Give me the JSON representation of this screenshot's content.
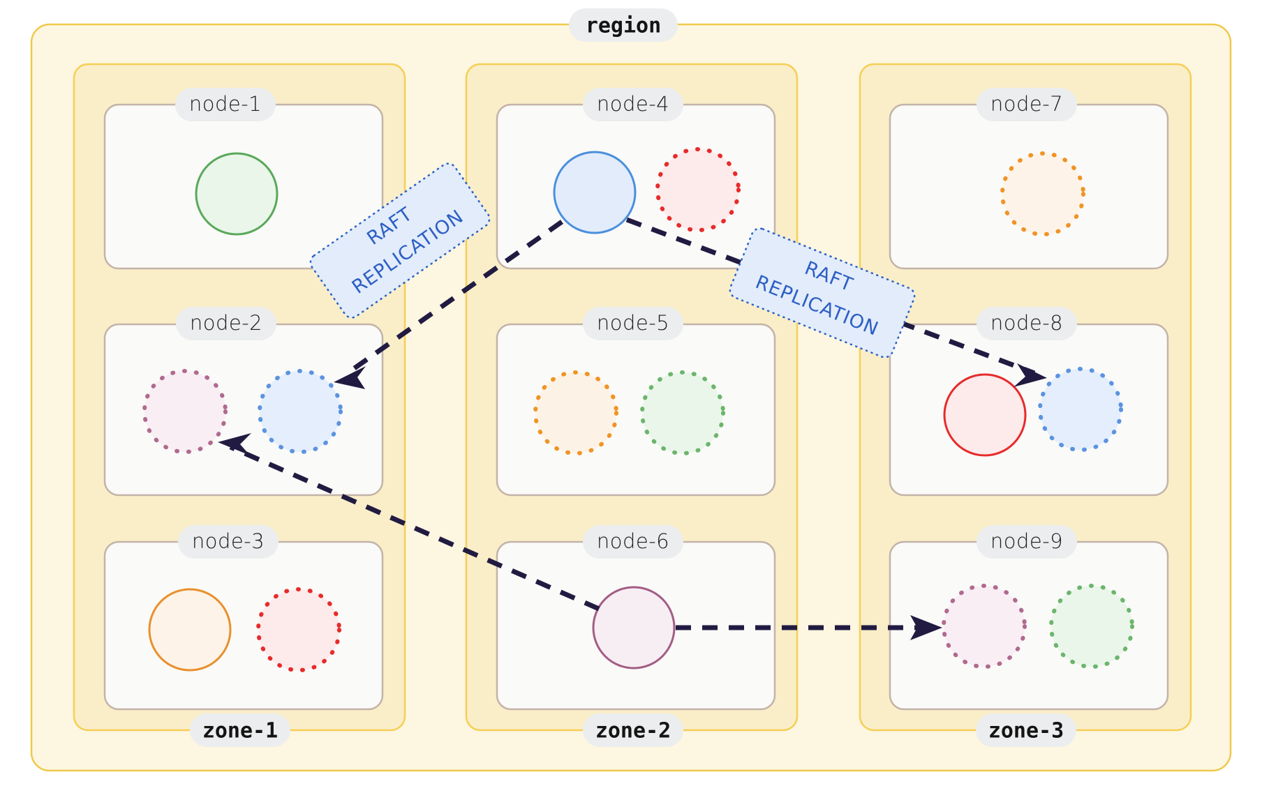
{
  "diagram": {
    "type": "infrastructure-topology",
    "region": {
      "label": "region"
    },
    "zones": [
      {
        "id": "zone-1",
        "label": "zone-1"
      },
      {
        "id": "zone-2",
        "label": "zone-2"
      },
      {
        "id": "zone-3",
        "label": "zone-3"
      }
    ],
    "nodes": [
      {
        "id": "node-1",
        "label": "node-1",
        "zone": "zone-1",
        "replicas": [
          {
            "color": "#5aa85a",
            "fill": "#eaf6ea",
            "style": "solid"
          }
        ]
      },
      {
        "id": "node-2",
        "label": "node-2",
        "zone": "zone-1",
        "replicas": [
          {
            "color": "#b06a8e",
            "fill": "#f8eef4",
            "style": "dotted"
          },
          {
            "color": "#5b93e0",
            "fill": "#e4eefc",
            "style": "dotted"
          }
        ]
      },
      {
        "id": "node-3",
        "label": "node-3",
        "zone": "zone-1",
        "replicas": [
          {
            "color": "#e8902d",
            "fill": "#fdf3e8",
            "style": "solid"
          },
          {
            "color": "#e62b2b",
            "fill": "#fdeaea",
            "style": "dotted"
          }
        ]
      },
      {
        "id": "node-4",
        "label": "node-4",
        "zone": "zone-2",
        "replicas": [
          {
            "color": "#4b8fdc",
            "fill": "#e2ecfb",
            "style": "solid"
          },
          {
            "color": "#e62b2b",
            "fill": "#fdeaea",
            "style": "dotted"
          }
        ]
      },
      {
        "id": "node-5",
        "label": "node-5",
        "zone": "zone-2",
        "replicas": [
          {
            "color": "#ef9425",
            "fill": "#fdf2e6",
            "style": "dotted"
          },
          {
            "color": "#6cb56c",
            "fill": "#eaf6ea",
            "style": "dotted"
          }
        ]
      },
      {
        "id": "node-6",
        "label": "node-6",
        "zone": "zone-2",
        "replicas": [
          {
            "color": "#a35d84",
            "fill": "#f7eef4",
            "style": "solid"
          }
        ]
      },
      {
        "id": "node-7",
        "label": "node-7",
        "zone": "zone-3",
        "replicas": [
          {
            "color": "#ef9425",
            "fill": "#fdf3e9",
            "style": "dotted"
          }
        ]
      },
      {
        "id": "node-8",
        "label": "node-8",
        "zone": "zone-3",
        "replicas": [
          {
            "color": "#e62b2b",
            "fill": "#fdeaea",
            "style": "solid"
          },
          {
            "color": "#5b93e0",
            "fill": "#e4eefc",
            "style": "dotted"
          }
        ]
      },
      {
        "id": "node-9",
        "label": "node-9",
        "zone": "zone-3",
        "replicas": [
          {
            "color": "#b06a8e",
            "fill": "#f8eef4",
            "style": "dotted"
          },
          {
            "color": "#6cb56c",
            "fill": "#eaf6ea",
            "style": "dotted"
          }
        ]
      }
    ],
    "edges": [
      {
        "id": "edge-node4-node2",
        "from": "node-4",
        "to": "node-2",
        "label": "RAFT\nREPLICATION"
      },
      {
        "id": "edge-node4-node8",
        "from": "node-4",
        "to": "node-8",
        "label": "RAFT\nREPLICATION"
      },
      {
        "id": "edge-node6-node2",
        "from": "node-6",
        "to": "node-2",
        "label": ""
      },
      {
        "id": "edge-node6-node9",
        "from": "node-6",
        "to": "node-9",
        "label": ""
      }
    ],
    "edge_labels": [
      {
        "id": "raft-label-left",
        "line1": "RAFT",
        "line2": "REPLICATION"
      },
      {
        "id": "raft-label-right",
        "line1": "RAFT",
        "line2": "REPLICATION"
      }
    ],
    "colors": {
      "region_fill": "#fdf6e0",
      "region_stroke": "#efc94c",
      "zone_fill": "#faeec9",
      "zone_stroke": "#f5cf55",
      "node_fill": "#fafaf8",
      "node_stroke": "#c3b3a8",
      "badge_fill": "#ecedee",
      "edge_stroke": "#211b42",
      "raft_fill": "#e2ecfb",
      "raft_stroke": "#2d63c8",
      "raft_text": "#2d5fc4"
    }
  }
}
